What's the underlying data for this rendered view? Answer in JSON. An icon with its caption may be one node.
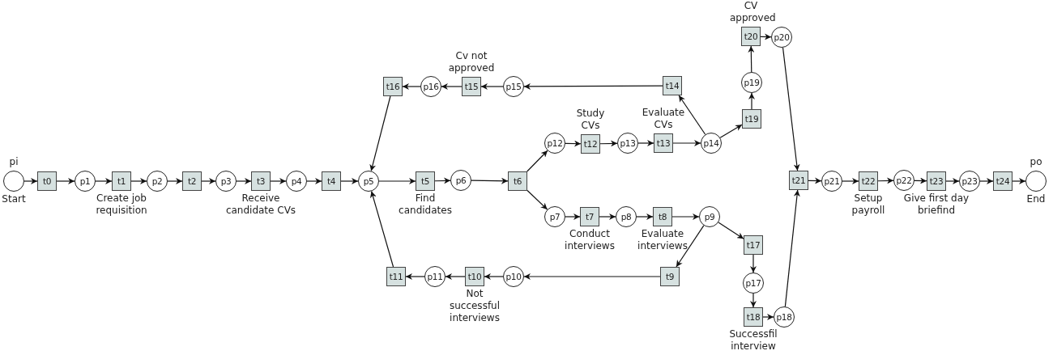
{
  "diagram": {
    "nodes": [
      {
        "text": [],
        "shape": "circle",
        "beside": [
          "pi",
          "Start"
        ]
      },
      {
        "text": [
          "t0"
        ]
      },
      {
        "text": [
          "p1"
        ]
      },
      {
        "text": [
          "t1"
        ],
        "beside": [
          "Create job requisition"
        ]
      },
      {
        "text": [
          "p2"
        ]
      },
      {
        "text": [
          "t2"
        ]
      },
      {
        "text": [
          "p3"
        ]
      },
      {
        "text": [
          "t3"
        ],
        "beside": [
          "Receive candidate CVs"
        ]
      },
      {
        "text": [
          "p4"
        ]
      },
      {
        "text": [
          "t4"
        ]
      },
      {
        "text": [
          "p5"
        ]
      },
      {
        "text": [
          "t5"
        ],
        "beside": [
          "Find candidates"
        ]
      },
      {
        "text": [
          "p6"
        ]
      },
      {
        "text": [
          "t6"
        ]
      },
      {
        "text": [
          "p12"
        ]
      },
      {
        "text": [
          "t12"
        ],
        "beside": [
          "Study CVs"
        ]
      },
      {
        "text": [
          "p13"
        ]
      },
      {
        "text": [
          "t13"
        ],
        "beside": [
          "Evaluate CVs"
        ]
      },
      {
        "text": [
          "p14"
        ]
      },
      {
        "text": [
          "t14"
        ]
      },
      {
        "text": [
          "p15"
        ]
      },
      {
        "text": [
          "t15"
        ],
        "beside": [
          "Cv not approved"
        ]
      },
      {
        "text": [
          "p16"
        ]
      },
      {
        "text": [
          "t16"
        ]
      },
      {
        "text": [
          "p7"
        ]
      },
      {
        "text": [
          "t7"
        ],
        "beside": [
          "Conduct interviews"
        ]
      },
      {
        "text": [
          "p8"
        ]
      },
      {
        "text": [
          "t8"
        ],
        "beside": [
          "Evaluate interviews"
        ]
      },
      {
        "text": [
          "p9"
        ]
      },
      {
        "text": [
          "t9"
        ]
      },
      {
        "text": [
          "p10"
        ]
      },
      {
        "text": [
          "t10"
        ],
        "beside": [
          "Not successful interviews"
        ]
      },
      {
        "text": [
          "p11"
        ]
      },
      {
        "text": [
          "t11"
        ]
      },
      {
        "text": [
          "t17"
        ]
      },
      {
        "text": [
          "p17"
        ]
      },
      {
        "text": [
          "t18"
        ],
        "beside": [
          "Successfil interview"
        ]
      },
      {
        "text": [
          "p18"
        ]
      },
      {
        "text": [
          "t19"
        ]
      },
      {
        "text": [
          "p19"
        ]
      },
      {
        "text": [
          "t20"
        ],
        "beside": [
          "CV approved"
        ]
      },
      {
        "text": [
          "p20"
        ]
      },
      {
        "text": [
          "t21"
        ]
      },
      {
        "text": [
          "p21"
        ]
      },
      {
        "text": [
          "t22"
        ],
        "beside": [
          "Setup payroll"
        ]
      },
      {
        "text": [
          "p22"
        ]
      },
      {
        "text": [
          "t23"
        ],
        "beside": [
          "Give first day briefind"
        ]
      },
      {
        "text": [
          "p23"
        ]
      },
      {
        "text": [
          "t24"
        ]
      },
      {
        "text": [],
        "shape": "circle",
        "beside": [
          "po",
          "End"
        ]
      }
    ],
    "edges": [
      {
        "from": 0,
        "to": 1,
        "arrow": "to"
      },
      {
        "from": 1,
        "to": 2,
        "arrow": "to"
      },
      {
        "from": 2,
        "to": 3,
        "arrow": "to"
      },
      {
        "from": 3,
        "to": 4,
        "arrow": "to"
      },
      {
        "from": 4,
        "to": 5,
        "arrow": "to"
      },
      {
        "from": 5,
        "to": 6,
        "arrow": "to"
      },
      {
        "from": 6,
        "to": 7,
        "arrow": "to"
      },
      {
        "from": 7,
        "to": 8,
        "arrow": "to"
      },
      {
        "from": 8,
        "to": 9,
        "arrow": "to"
      },
      {
        "from": 9,
        "to": 10,
        "arrow": "to"
      },
      {
        "from": 10,
        "to": 11,
        "arrow": "to"
      },
      {
        "from": 11,
        "to": 12,
        "arrow": "to"
      },
      {
        "from": 12,
        "to": 13,
        "arrow": "to"
      },
      {
        "from": 13,
        "to": 14,
        "arrow": "to"
      },
      {
        "from": 13,
        "to": 24,
        "arrow": "to"
      },
      {
        "from": 14,
        "to": 15,
        "arrow": "to"
      },
      {
        "from": 15,
        "to": 16,
        "arrow": "to"
      },
      {
        "from": 16,
        "to": 17,
        "arrow": "to"
      },
      {
        "from": 17,
        "to": 18,
        "arrow": "to"
      },
      {
        "from": 18,
        "to": 19,
        "arrow": "to"
      },
      {
        "from": 19,
        "to": 20,
        "arrow": "to"
      },
      {
        "from": 20,
        "to": 21,
        "arrow": "to"
      },
      {
        "from": 21,
        "to": 22,
        "arrow": "to"
      },
      {
        "from": 22,
        "to": 23,
        "arrow": "to"
      },
      {
        "from": 23,
        "to": 10,
        "arrow": "to"
      },
      {
        "from": 24,
        "to": 25,
        "arrow": "to"
      },
      {
        "from": 25,
        "to": 26,
        "arrow": "to"
      },
      {
        "from": 26,
        "to": 27,
        "arrow": "to"
      },
      {
        "from": 27,
        "to": 28,
        "arrow": "to"
      },
      {
        "from": 28,
        "to": 29,
        "arrow": "to"
      },
      {
        "from": 29,
        "to": 30,
        "arrow": "to"
      },
      {
        "from": 30,
        "to": 31,
        "arrow": "to"
      },
      {
        "from": 31,
        "to": 32,
        "arrow": "to"
      },
      {
        "from": 32,
        "to": 33,
        "arrow": "to"
      },
      {
        "from": 33,
        "to": 10,
        "arrow": "to"
      },
      {
        "from": 28,
        "to": 34,
        "arrow": "to"
      },
      {
        "from": 34,
        "to": 35,
        "arrow": "to"
      },
      {
        "from": 35,
        "to": 36,
        "arrow": "to"
      },
      {
        "from": 36,
        "to": 37,
        "arrow": "to"
      },
      {
        "from": 37,
        "to": 42,
        "arrow": "to"
      },
      {
        "from": 18,
        "to": 38,
        "arrow": "to"
      },
      {
        "from": 38,
        "to": 39,
        "arrow": "to"
      },
      {
        "from": 39,
        "to": 40,
        "arrow": "to"
      },
      {
        "from": 40,
        "to": 41,
        "arrow": "to"
      },
      {
        "from": 41,
        "to": 42,
        "arrow": "to"
      },
      {
        "from": 42,
        "to": 43,
        "arrow": "to"
      },
      {
        "from": 43,
        "to": 44,
        "arrow": "to"
      },
      {
        "from": 44,
        "to": 45,
        "arrow": "to"
      },
      {
        "from": 45,
        "to": 46,
        "arrow": "to"
      },
      {
        "from": 46,
        "to": 47,
        "arrow": "to"
      },
      {
        "from": 47,
        "to": 48,
        "arrow": "to"
      },
      {
        "from": 48,
        "to": 49,
        "arrow": "to"
      }
    ]
  }
}
